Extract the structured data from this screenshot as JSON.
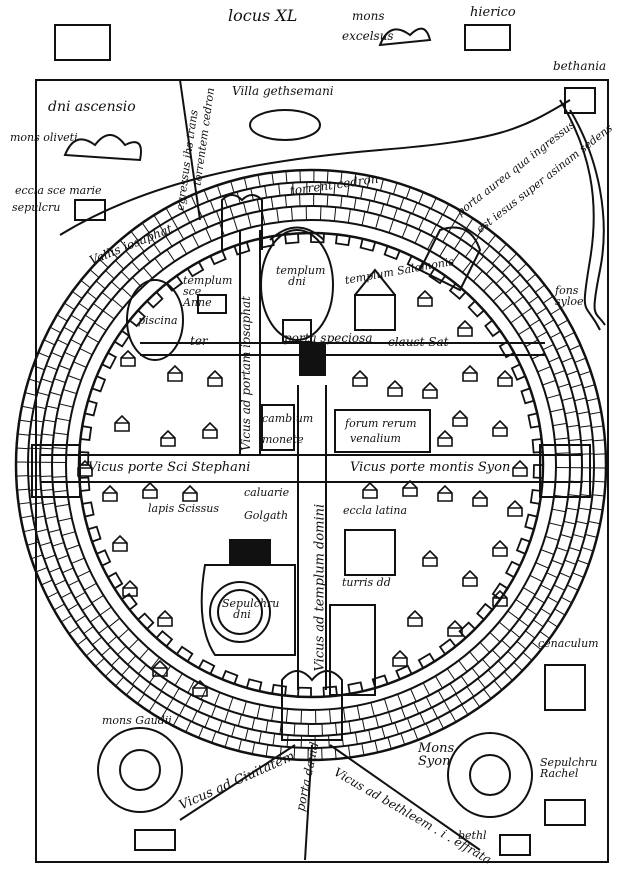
{
  "header": {
    "title": "locus XL",
    "mons_excelsus": [
      "mons",
      "excelsus"
    ],
    "hierico": "hierico",
    "bethania": "bethania"
  },
  "labels": {
    "dni_ascensio": "dni ascensio",
    "mons_oliveti": "mons olivetі",
    "eccla_sce_marie": "eccla sce marie",
    "sepulcrum": "sepulcru",
    "villa_gethsemani": "Villa gethsemani",
    "torrens_cedron": "torrent cedron",
    "torrentem_cedron": "torrentem cedron",
    "egressus": "egressus ihs trans",
    "vallis_iosaphat": "Vallis iosaphat",
    "porta_aurea": "porta aurea qua ingressus",
    "porta_aurea_2": "est iesus super asinam sedens",
    "fons_syloe": "fons syloe",
    "templum_dni": "templum dni",
    "templum_sce_anne": "templum sce Anne",
    "piscina": "piscina",
    "templum_salomonis": "templum Salomonis",
    "ter": "ter",
    "porta_speciosa": "porta speciosa",
    "claust_sat": "claust Sat",
    "vicus_portam": "Vicus ad portam iosaphat",
    "cambium": "cambium",
    "monete": "monete",
    "forum_rerum": "forum rerum",
    "venalium": "venalium",
    "vicus_porte_stephani": "Vicus porte Sci Stephani",
    "vicus_porte_syon": "Vicus porte montis Syon",
    "calvarie": "caluarie",
    "lapis_scissus": "lapis Scissus",
    "golgatha": "Golgath",
    "eccla_latina": "eccla latina",
    "sepulchrum_dni": "Sepulchru dni",
    "turris_dd": "turris dd",
    "vicus_templum_domini": "Vicus ad templum domini",
    "cenaculum": "cenaculum",
    "mons_gaudii": "mons Gaudii",
    "mons_syon": "Mons Syon",
    "sepulchrum_rachel": "Sepulchru Rachel",
    "vicus_civitatem": "Vicus ad Ciuitatem",
    "porta_david": "porta dauid",
    "vicus_bethleem": "Vicus ad bethleem . i . effrata",
    "bethl": "bethl"
  }
}
